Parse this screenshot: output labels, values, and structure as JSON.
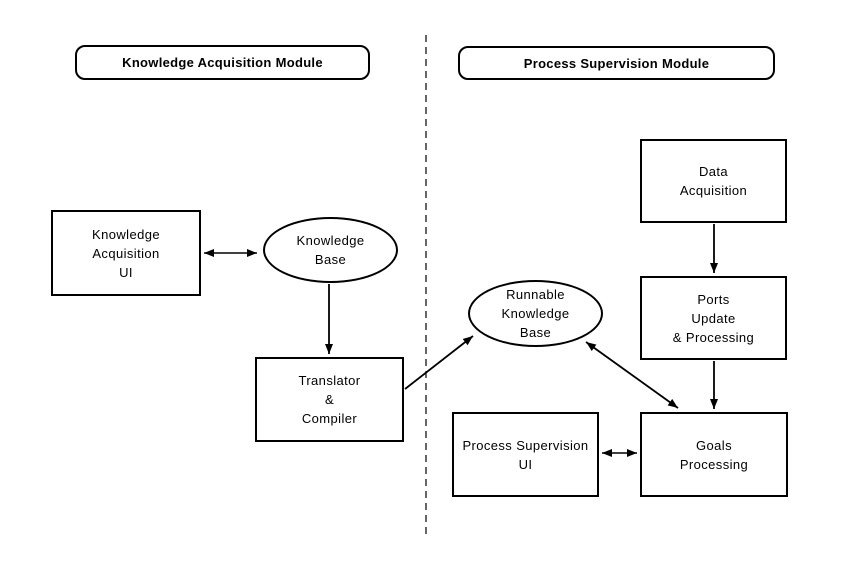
{
  "diagram": {
    "left_module": {
      "title": "Knowledge Acquisition Module"
    },
    "right_module": {
      "title": "Process Supervision Module"
    },
    "nodes": {
      "knowledge_acquisition_ui": {
        "label": "Knowledge\nAcquisition\nUI",
        "shape": "rectangle",
        "module": "Knowledge Acquisition Module"
      },
      "knowledge_base": {
        "label": "Knowledge\nBase",
        "shape": "ellipse",
        "module": "Knowledge Acquisition Module"
      },
      "translator_compiler": {
        "label": "Translator\n&\nCompiler",
        "shape": "rectangle",
        "module": "Knowledge Acquisition Module"
      },
      "runnable_knowledge_base": {
        "label": "Runnable\nKnowledge\nBase",
        "shape": "ellipse",
        "module": "Process Supervision Module"
      },
      "data_acquisition": {
        "label": "Data\nAcquisition",
        "shape": "rectangle",
        "module": "Process Supervision Module"
      },
      "ports_update_processing": {
        "label": "Ports\nUpdate\n& Processing",
        "shape": "rectangle",
        "module": "Process Supervision Module"
      },
      "goals_processing": {
        "label": "Goals\nProcessing",
        "shape": "rectangle",
        "module": "Process Supervision Module"
      },
      "process_supervision_ui": {
        "label": "Process Supervision\nUI",
        "shape": "rectangle",
        "module": "Process Supervision Module"
      }
    },
    "edges": [
      {
        "from": "knowledge_acquisition_ui",
        "to": "knowledge_base",
        "bidirectional": true
      },
      {
        "from": "knowledge_base",
        "to": "translator_compiler",
        "bidirectional": false
      },
      {
        "from": "translator_compiler",
        "to": "runnable_knowledge_base",
        "bidirectional": false
      },
      {
        "from": "runnable_knowledge_base",
        "to": "goals_processing",
        "bidirectional": true
      },
      {
        "from": "data_acquisition",
        "to": "ports_update_processing",
        "bidirectional": false
      },
      {
        "from": "ports_update_processing",
        "to": "goals_processing",
        "bidirectional": false
      },
      {
        "from": "process_supervision_ui",
        "to": "goals_processing",
        "bidirectional": true
      }
    ],
    "divider": {
      "style": "dashed-vertical"
    }
  },
  "colors": {
    "stroke": "#000000",
    "background": "#ffffff",
    "text": "#000000"
  }
}
